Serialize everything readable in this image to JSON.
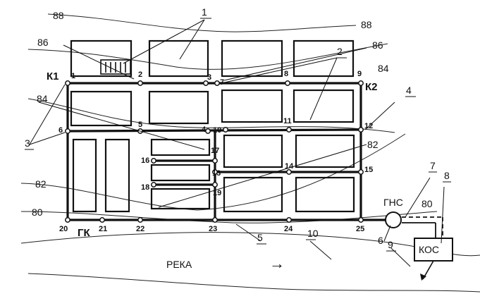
{
  "nodes": [
    "1",
    "2",
    "3",
    "4",
    "5",
    "6",
    "7",
    "8",
    "9",
    "10",
    "11",
    "12",
    "13",
    "14",
    "15",
    "16",
    "17",
    "18",
    "19",
    "20",
    "21",
    "22",
    "23",
    "24",
    "25"
  ],
  "wells": {
    "k1": "К1",
    "k2": "К2",
    "gk": "ГК"
  },
  "stations": {
    "gns": "ГНС",
    "kos": "КОС"
  },
  "river": {
    "name": "РЕКА",
    "arrow": "→"
  },
  "callouts": [
    "1",
    "2",
    "3",
    "4",
    "5",
    "6",
    "7",
    "8",
    "9",
    "10"
  ],
  "elevations": {
    "e88a": "88",
    "e88b": "88",
    "e86a": "86",
    "e86b": "86",
    "e84a": "84",
    "e84b": "84",
    "e82a": "82",
    "e82b": "82",
    "e80a": "80",
    "e80b": "80"
  }
}
